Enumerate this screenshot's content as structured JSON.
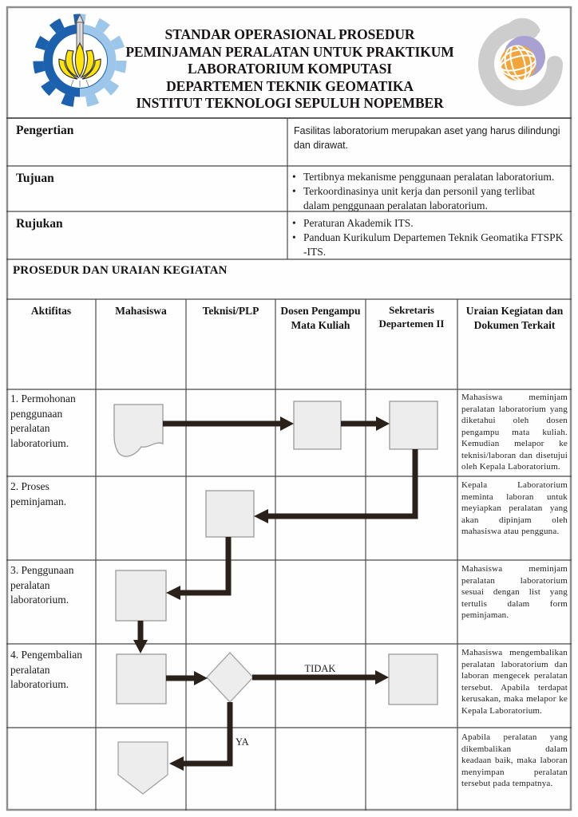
{
  "document": {
    "title_lines": [
      "STANDAR OPERASIONAL PROSEDUR",
      "PEMINJAMAN PERALATAN UNTUK PRAKTIKUM",
      "LABORATORIUM KOMPUTASI",
      "DEPARTEMEN TEKNIK GEOMATIKA",
      "INSTITUT TEKNOLOGI SEPULUH NOPEMBER"
    ],
    "logos": {
      "left": "ITS gear and lotus emblem",
      "right": "Teknik Geomatika globe emblem"
    }
  },
  "info": {
    "bullet_char": "•",
    "pengertian": {
      "label": "Pengertian",
      "text": "Fasilitas laboratorium merupakan aset yang harus dilindungi dan dirawat."
    },
    "tujuan": {
      "label": "Tujuan",
      "bullets": [
        "Tertibnya mekanisme penggunaan peralatan laboratorium.",
        "Terkoordinasinya unit kerja dan personil yang terlibat dalam penggunaan peralatan laboratorium."
      ]
    },
    "rujukan": {
      "label": "Rujukan",
      "bullets": [
        "Peraturan Akademik ITS.",
        "Panduan Kurikulum Departemen Teknik Geomatika FTSPK -ITS."
      ]
    }
  },
  "section_title": "PROSEDUR DAN URAIAN KEGIATAN",
  "flow": {
    "columns": [
      "Aktifitas",
      "Mahasiswa",
      "Teknisi/PLP",
      "Dosen Pengampu Mata Kuliah",
      "Sekretaris Departemen II",
      "Uraian Kegiatan dan Dokumen Terkait"
    ],
    "branch_labels": {
      "no": "TIDAK",
      "yes": "YA"
    },
    "rows": [
      {
        "activity": "1. Permohonan penggunaan peralatan laboratorium.",
        "shapes": [
          {
            "type": "document",
            "column": "Mahasiswa"
          },
          {
            "type": "process",
            "column": "Dosen Pengampu Mata Kuliah"
          },
          {
            "type": "process",
            "column": "Sekretaris Departemen II"
          }
        ],
        "description": "Mahasiswa meminjam peralatan laboratorium yang diketahui oleh dosen pengampu mata kuliah. Kemudian melapor ke teknisi/laboran dan disetujui oleh Kepala Laboratorium."
      },
      {
        "activity": "2. Proses peminjaman.",
        "shapes": [
          {
            "type": "process",
            "column": "Teknisi/PLP"
          }
        ],
        "description": "Kepala Laboratorium meminta laboran untuk meyiapkan peralatan yang akan dipinjam oleh mahasiswa atau pengguna."
      },
      {
        "activity": "3. Penggunaan peralatan laboratorium.",
        "shapes": [
          {
            "type": "process",
            "column": "Mahasiswa"
          }
        ],
        "description": "Mahasiswa meminjam peralatan laboratorium sesuai dengan list yang tertulis dalam form peminjaman."
      },
      {
        "activity": "4. Pengembalian peralatan laboratorium.",
        "shapes": [
          {
            "type": "process",
            "column": "Mahasiswa"
          },
          {
            "type": "decision",
            "column": "Teknisi/PLP"
          },
          {
            "type": "process",
            "column": "Sekretaris Departemen II"
          }
        ],
        "description": "Mahasiswa mengembalikan peralatan laboratorium dan laboran mengecek peralatan tersebut. Apabila terdapat kerusakan, maka melapor ke Kepala Laboratorium."
      },
      {
        "activity": "",
        "shapes": [
          {
            "type": "terminator",
            "column": "Mahasiswa"
          }
        ],
        "description": "Apabila peralatan yang dikembalikan dalam keadaan baik, maka laboran menyimpan peralatan tersebut pada tempatnya."
      }
    ]
  },
  "colors": {
    "arrow": "#2b211b",
    "shape_fill": "#ededed",
    "shape_border": "#9a9a9a",
    "grid_line": "#4a4a4a",
    "frame_gray": "#8f8f8f",
    "its_dark_blue": "#1b61ae",
    "its_light_blue": "#9dc7ea",
    "lotus_yellow": "#ffe409",
    "globe_orange": "#f1a53a",
    "globe_lavender": "#a8a1d2",
    "swoosh_gray": "#cdcdcd"
  }
}
